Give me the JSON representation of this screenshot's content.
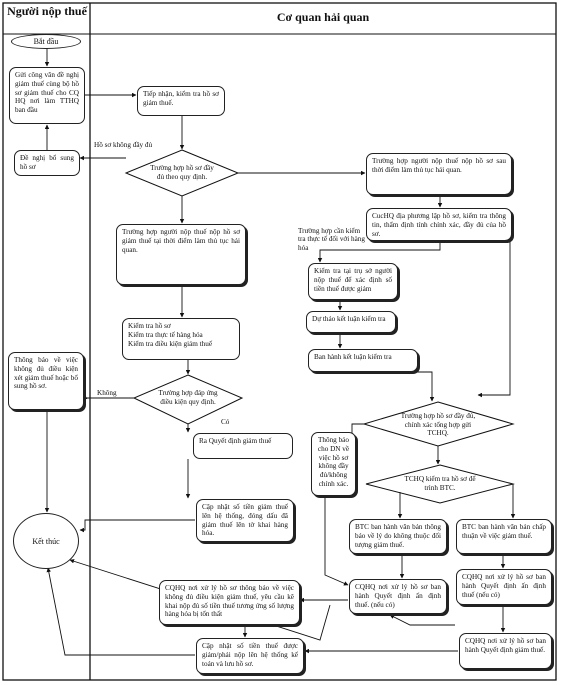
{
  "header": {
    "left": "Người nộp thuế",
    "right": "Cơ quan hải quan"
  },
  "nodes": {
    "start": "Bắt đầu",
    "send_request": "Gửi công văn đề nghị giảm thuế cùng bộ hồ sơ giảm thuế cho CQ HQ nơi làm TTHQ ban đầu",
    "receive": "Tiếp nhận, kiểm tra hồ sơ giảm thuế.",
    "supplement": "Đề nghị bổ sung hồ sơ",
    "d_full": "Trường hợp hồ sơ đầy đủ theo quy định.",
    "case_after": "Trường hợp người nộp thuế nộp hồ sơ sau thời điểm làm thủ tục hải quan.",
    "local_check": "CucHQ địa phương lập hồ sơ, kiểm tra thông tin, thẩm định tính chính xác, đầy đủ của hồ sơ.",
    "case_at": "Trường hợp người nộp thuế nộp hồ sơ giảm thuế tại thời điểm làm thủ tục hải quan.",
    "check_office": "Kiểm tra tại trụ sở người nộp thuế để xác định số tiền thuế được giảm",
    "draft": "Dự thảo kết luận kiểm tra",
    "check_list": "Kiểm tra hồ sơ\nKiểm tra thực tế hàng hóa\nKiểm tra điều kiện giảm thuế",
    "notify_fail": "Thông báo về việc không đủ điều kiện xét giảm thuế hoặc bổ sung hồ sơ.",
    "issue_conclusion": "Ban hành kết luận kiểm tra",
    "d_conditions": "Trường hợp đáp ứng điều kiện quy định.",
    "d_submit": "Trường hợp hồ sơ đầy đủ, chính xác tổng hợp gửi TCHQ.",
    "decision": "Ra Quyết định giảm thuế",
    "notify_dn": "Thông báo cho DN về việc hồ sơ không đầy đủ/không chính xác.",
    "d_tchq": "TCHQ kiểm tra hồ sơ để trình BTC.",
    "update_system": "Cập nhật số tiền giảm thuế lên hệ thống, đóng dấu đã giảm thuế lên tờ khai hàng hóa.",
    "end": "Kết thúc",
    "btc_reject": "BTC ban hành văn bản thông báo về lý do không thuộc đối tượng giảm thuế.",
    "btc_approve": "BTC ban hành văn bản chấp thuận về việc giảm thuế.",
    "cqhq_notify": "CQHQ nơi xử lý hồ sơ thông báo về việc không đủ điều kiện giảm thuế, yêu cầu kê khai nộp đủ số tiền thuế tương ứng số lượng hàng hóa bị tổn thất",
    "cqhq_fix_1": "CQHQ nơi xử lý hồ sơ ban hành Quyết định ấn định thuế. (nếu có)",
    "cqhq_fix_2": "CQHQ nơi xử lý hồ sơ ban hành Quyết định ấn định thuế (nếu có)",
    "cqhq_reduce": "CQHQ nơi xử lý hồ sơ ban hành Quyết định giảm thuế.",
    "update_final": "Cập nhật số tiền thuế được giảm/phải nộp lên hệ thống kế toán và lưu hồ sơ."
  },
  "labels": {
    "incomplete": "Hồ sơ không đầy đủ",
    "on_site": "Trường hợp cần kiểm tra thực tế đối với hàng hóa",
    "no": "Không",
    "yes": "Có"
  }
}
